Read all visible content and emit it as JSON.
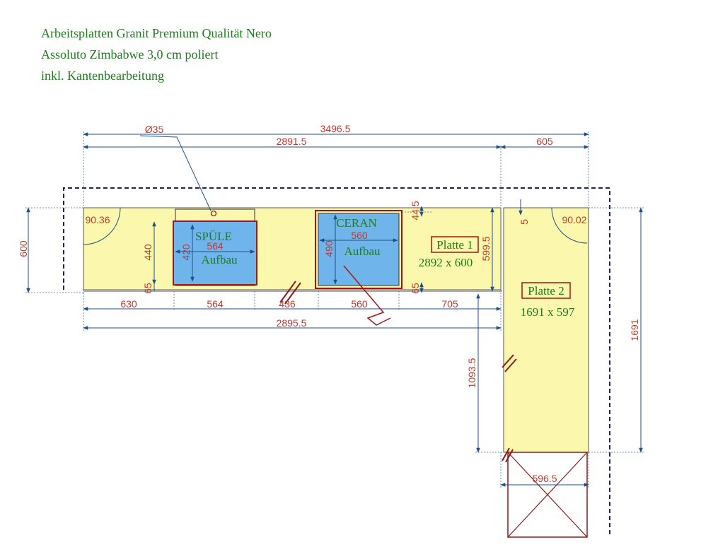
{
  "header": {
    "line1": "Arbeitsplatten Granit Premium Qualität Nero",
    "line2": "Assoluto Zimbabwe 3,0 cm poliert",
    "line3": "inkl. Kantenbearbeitung"
  },
  "colors": {
    "worktop": "#fbf7ad",
    "cutout": "#6fb5ec",
    "dimension": "#c0392b",
    "label": "#1e7b1e",
    "outline": "#1f1f6b"
  },
  "dimensions": {
    "total_width": "3496.5",
    "run_length": "2891.5",
    "return_width": "605",
    "tap_hole": "Ø35",
    "depth_left": "600",
    "depth_right": "599.5",
    "angle_left": "90.36",
    "angle_right": "90.02",
    "sink_height_outer": "440",
    "sink_height_inner": "420",
    "sink_width_inner": "564",
    "sink_bottom_gap": "65",
    "cooktop_width_inner": "560",
    "cooktop_height": "490",
    "cooktop_top_gap": "44.5",
    "cooktop_bottom_gap": "65",
    "bottom_seg1": "630",
    "bottom_seg2": "564",
    "bottom_seg3": "436",
    "bottom_seg4": "560",
    "bottom_seg5": "705",
    "bottom_total": "2895.5",
    "return_length": "1691",
    "return_inner": "1093.5",
    "return_bottom_width": "596.5",
    "small_top": "5"
  },
  "cutouts": {
    "sink_name": "SPÜLE",
    "sink_type": "Aufbau",
    "cooktop_name": "CERAN",
    "cooktop_type": "Aufbau"
  },
  "plates": {
    "plate1_name": "Platte 1",
    "plate1_size": "2892 x 600",
    "plate2_name": "Platte 2",
    "plate2_size": "1691 x 597"
  }
}
